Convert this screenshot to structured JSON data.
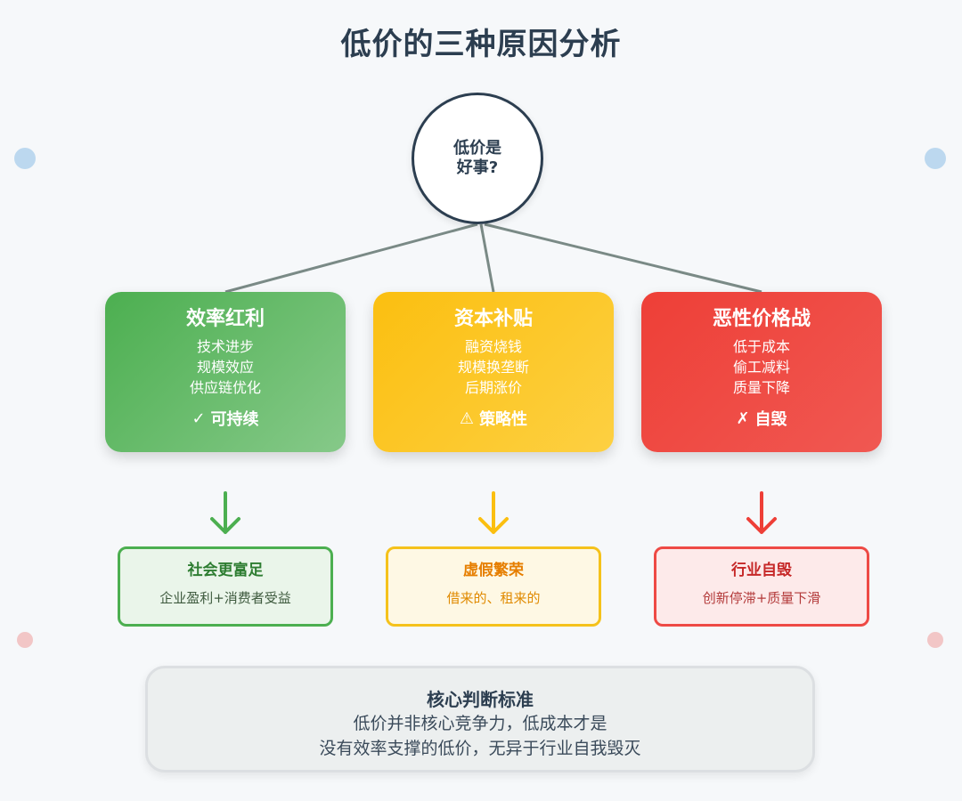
{
  "title": "低价的三种原因分析",
  "center_question": {
    "line1": "低价是",
    "line2": "好事?"
  },
  "branches": [
    {
      "title": "效率红利",
      "items": [
        "技术进步",
        "规模效应",
        "供应链优化"
      ],
      "verdict_icon": "✓",
      "verdict": "可持续",
      "color": "#4caf50",
      "outcome": {
        "title": "社会更富足",
        "desc": "企业盈利+消费者受益"
      }
    },
    {
      "title": "资本补贴",
      "items": [
        "融资烧钱",
        "规模换垄断",
        "后期涨价"
      ],
      "verdict_icon": "⚠",
      "verdict": "策略性",
      "color": "#fbbf10",
      "outcome": {
        "title": "虚假繁荣",
        "desc": "借来的、租来的"
      }
    },
    {
      "title": "恶性价格战",
      "items": [
        "低于成本",
        "偷工减料",
        "质量下降"
      ],
      "verdict_icon": "✗",
      "verdict": "自毁",
      "color": "#ee3f37",
      "outcome": {
        "title": "行业自毁",
        "desc": "创新停滞+质量下滑"
      }
    }
  ],
  "core": {
    "title": "核心判断标准",
    "line1": "低价并非核心竞争力，低成本才是",
    "line2": "没有效率支撑的低价，无异于行业自我毁灭"
  }
}
